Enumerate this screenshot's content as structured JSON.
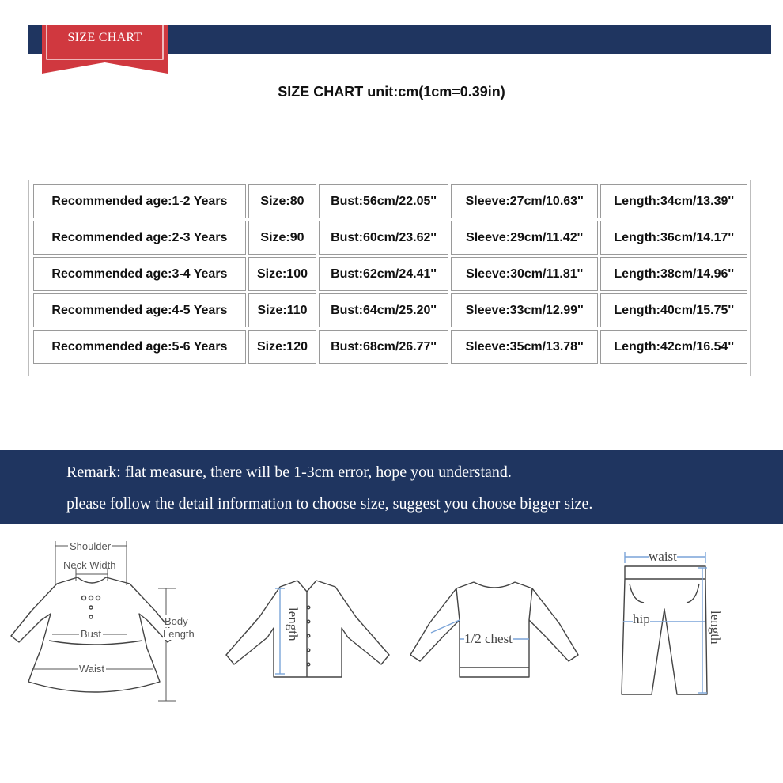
{
  "header": {
    "badge_label": "SIZE CHART",
    "title": "SIZE CHART unit:cm(1cm=0.39in)"
  },
  "size_table": {
    "rows": [
      {
        "age": "Recommended age:1-2 Years",
        "size": "Size:80",
        "bust": "Bust:56cm/22.05''",
        "sleeve": "Sleeve:27cm/10.63''",
        "length": "Length:34cm/13.39''"
      },
      {
        "age": "Recommended age:2-3 Years",
        "size": "Size:90",
        "bust": "Bust:60cm/23.62''",
        "sleeve": "Sleeve:29cm/11.42''",
        "length": "Length:36cm/14.17''"
      },
      {
        "age": "Recommended age:3-4 Years",
        "size": "Size:100",
        "bust": "Bust:62cm/24.41''",
        "sleeve": "Sleeve:30cm/11.81''",
        "length": "Length:38cm/14.96''"
      },
      {
        "age": "Recommended age:4-5 Years",
        "size": "Size:110",
        "bust": "Bust:64cm/25.20''",
        "sleeve": "Sleeve:33cm/12.99''",
        "length": "Length:40cm/15.75''"
      },
      {
        "age": "Recommended age:5-6 Years",
        "size": "Size:120",
        "bust": "Bust:68cm/26.77''",
        "sleeve": "Sleeve:35cm/13.78''",
        "length": "Length:42cm/16.54''"
      }
    ]
  },
  "remark": {
    "line1": "Remark: flat measure, there will be 1-3cm error, hope you understand.",
    "line2": "please follow the detail information to choose size, suggest you choose bigger size."
  },
  "diagrams": {
    "dress": {
      "shoulder": "Shoulder",
      "neck_width": "Neck Width",
      "bust": "Bust",
      "body_length_1": "Body",
      "body_length_2": "Length",
      "waist": "Waist"
    },
    "shirt": {
      "length": "length"
    },
    "sweater": {
      "half_chest": "1/2 chest"
    },
    "pants": {
      "waist": "waist",
      "hip": "hip",
      "length": "length"
    }
  },
  "colors": {
    "navy": "#1f3560",
    "ribbon_red": "#d0383f",
    "measure_blue": "#7aa4d8"
  }
}
